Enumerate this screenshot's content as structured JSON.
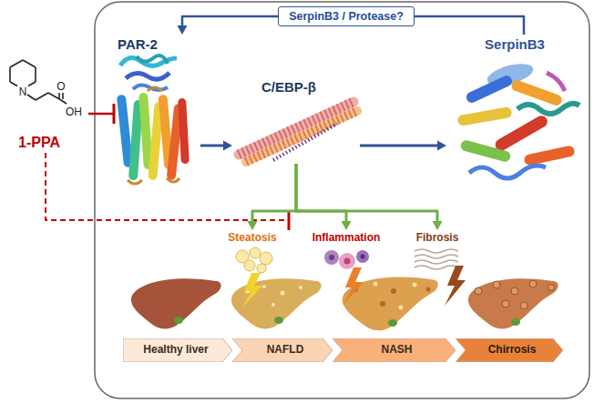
{
  "diagram": {
    "nodes": [
      {
        "text": [
          "1-PPA"
        ]
      },
      {
        "text": [
          "PAR-2"
        ]
      },
      {
        "text": [
          "SerpinB3 / Protease?"
        ]
      },
      {
        "text": [
          "C/EBP-β"
        ]
      },
      {
        "text": [
          "SerpinB3"
        ]
      },
      {
        "text": [
          "Steatosis"
        ]
      },
      {
        "text": [
          "Inflammation"
        ]
      },
      {
        "text": [
          "Fibrosis"
        ]
      },
      {
        "text": [
          "Healthy liver"
        ]
      },
      {
        "text": [
          "NAFLD"
        ]
      },
      {
        "text": [
          "NASH"
        ]
      },
      {
        "text": [
          "Chirrosis"
        ]
      }
    ],
    "edges": [
      {
        "from": 0,
        "to": 1,
        "arrow": "to"
      },
      {
        "from": 0,
        "to": 3,
        "arrow": "to"
      },
      {
        "from": 1,
        "to": 3,
        "arrow": "to"
      },
      {
        "from": 3,
        "to": 4,
        "arrow": "to"
      },
      {
        "from": 4,
        "to": 2,
        "arrow": "none"
      },
      {
        "from": 2,
        "to": 1,
        "arrow": "to"
      },
      {
        "from": 3,
        "to": 5,
        "arrow": "to"
      },
      {
        "from": 3,
        "to": 6,
        "arrow": "to"
      },
      {
        "from": 3,
        "to": 7,
        "arrow": "to"
      }
    ],
    "labels": [
      "N",
      "O",
      "OH"
    ]
  }
}
